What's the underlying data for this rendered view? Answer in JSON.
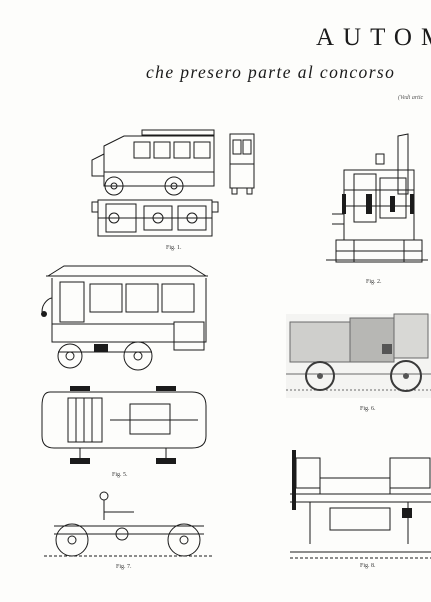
{
  "page": {
    "title": "AUTOM",
    "subtitle": "che presero parte al concorso",
    "reference_note": "(Vedi artic"
  },
  "figures": [
    {
      "id": "fig1",
      "caption": "Fig. 1."
    },
    {
      "id": "fig2",
      "caption": "Fig. 2."
    },
    {
      "id": "fig3",
      "caption": ""
    },
    {
      "id": "fig5",
      "caption": "Fig. 5."
    },
    {
      "id": "fig6",
      "caption": "Fig. 6."
    },
    {
      "id": "fig7",
      "caption": "Fig. 7."
    },
    {
      "id": "fig8",
      "caption": "Fig. 8."
    }
  ],
  "colors": {
    "ink": "#1b1b1b",
    "paper": "#fdfdfb",
    "photo": "#9a9a9a"
  }
}
